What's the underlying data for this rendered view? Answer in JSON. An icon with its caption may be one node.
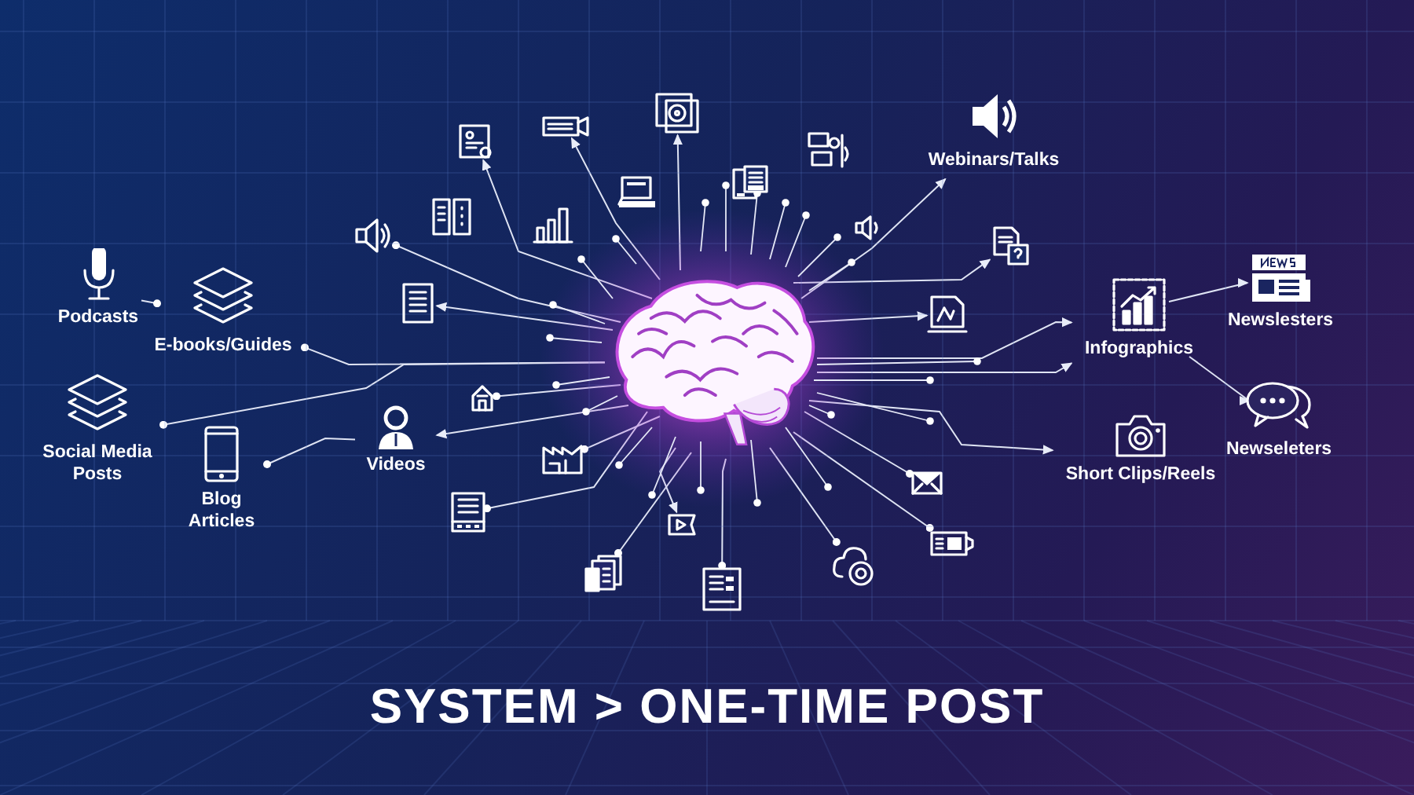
{
  "diagram": {
    "title": "SYSTEM > ONE-TIME POST",
    "nodes": [
      {
        "text": [
          "Webinars/Talks"
        ]
      },
      {
        "text": [],
        "shape": "picture"
      },
      {
        "text": [],
        "shape": "picture"
      },
      {
        "text": [],
        "shape": "picture"
      },
      {
        "text": [],
        "shape": "picture"
      },
      {
        "text": [],
        "shape": "picture"
      },
      {
        "text": [],
        "shape": "picture"
      },
      {
        "text": [],
        "shape": "picture"
      },
      {
        "text": [],
        "shape": "picture"
      },
      {
        "text": [],
        "shape": "picture"
      },
      {
        "text": [],
        "shape": "picture"
      },
      {
        "text": [],
        "shape": "picture"
      },
      {
        "text": [
          "Podcasts"
        ]
      },
      {
        "text": [
          "E-books/Guides"
        ]
      },
      {
        "text": [
          "Newslesters"
        ]
      },
      {
        "text": [],
        "shape": "picture"
      },
      {
        "text": [
          "Infographics"
        ]
      },
      {
        "text": [],
        "shape": "picture"
      },
      {
        "text": [],
        "shape": "picture"
      },
      {
        "text": [
          "Social Media Posts"
        ]
      },
      {
        "text": [],
        "shape": "picture"
      },
      {
        "text": [
          "Newseleters"
        ]
      },
      {
        "text": [
          "Videos"
        ]
      },
      {
        "text": [
          "Short Clips/Reels"
        ]
      },
      {
        "text": [
          "Blog Articles"
        ]
      },
      {
        "text": [],
        "shape": "picture"
      },
      {
        "text": [],
        "shape": "picture"
      },
      {
        "text": [],
        "shape": "picture"
      },
      {
        "text": [],
        "shape": "picture"
      },
      {
        "text": [],
        "shape": "picture"
      },
      {
        "text": [],
        "shape": "picture"
      },
      {
        "text": [],
        "shape": "picture"
      },
      {
        "text": [],
        "shape": "picture"
      }
    ],
    "edges": [
      {
        "from": 18,
        "to": 13,
        "arrow": "other"
      },
      {
        "from": 18,
        "to": 19,
        "arrow": "other"
      },
      {
        "from": 13,
        "to": 12,
        "arrow": "other"
      },
      {
        "from": 22,
        "to": 24,
        "arrow": "other"
      },
      {
        "from": 18,
        "to": 22,
        "arrow": "to"
      },
      {
        "from": 18,
        "to": 0,
        "arrow": "to"
      },
      {
        "from": 18,
        "to": 16,
        "arrow": "to"
      },
      {
        "from": 18,
        "to": 16,
        "arrow": "to"
      },
      {
        "from": 16,
        "to": 14,
        "arrow": "to"
      },
      {
        "from": 16,
        "to": 21,
        "arrow": "to"
      },
      {
        "from": 18,
        "to": 23,
        "arrow": "to"
      },
      {
        "from": 18,
        "to": 3,
        "arrow": "to"
      },
      {
        "from": 18,
        "to": 2,
        "arrow": "to"
      },
      {
        "from": 18,
        "to": 1,
        "arrow": "to"
      },
      {
        "from": 18,
        "to": 10,
        "arrow": "other"
      },
      {
        "from": 18,
        "to": 15,
        "arrow": "to"
      },
      {
        "from": 18,
        "to": 11,
        "arrow": "to"
      },
      {
        "from": 18,
        "to": 17,
        "arrow": "to"
      },
      {
        "from": 18,
        "to": 20,
        "arrow": "other"
      },
      {
        "from": 18,
        "to": 25,
        "arrow": "other"
      },
      {
        "from": 18,
        "to": 27,
        "arrow": "other"
      },
      {
        "from": 18,
        "to": 28,
        "arrow": "to"
      },
      {
        "from": 18,
        "to": 31,
        "arrow": "other"
      },
      {
        "from": 18,
        "to": 32,
        "arrow": "other"
      },
      {
        "from": 18,
        "to": 30,
        "arrow": "other"
      },
      {
        "from": 18,
        "to": 26,
        "arrow": "other"
      },
      {
        "from": 18,
        "to": 29,
        "arrow": "other"
      }
    ]
  }
}
